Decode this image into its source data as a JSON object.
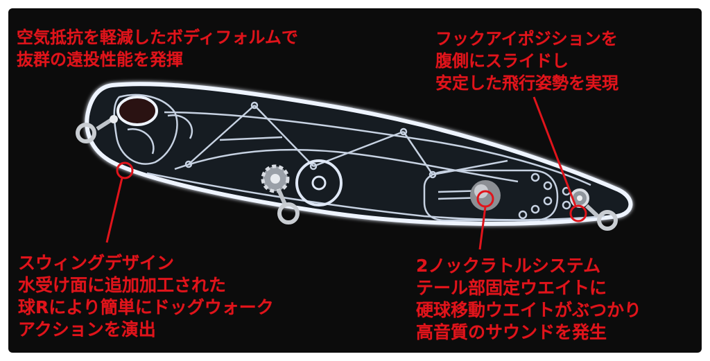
{
  "annotations": {
    "top_left": {
      "lines": [
        "空気抵抗を軽減したボディフォルムで",
        "抜群の遠投性能を発揮"
      ]
    },
    "top_right": {
      "lines": [
        "フックアイポジションを",
        "腹側にスライドし",
        "安定した飛行姿勢を実現"
      ]
    },
    "bottom_left": {
      "lines": [
        "スウィングデザイン",
        "水受け面に追加加工された",
        "球Rにより簡単にドッグウォーク",
        "アクションを演出"
      ]
    },
    "bottom_right": {
      "lines": [
        "2ノックラトルシステム",
        "テール部固定ウエイトに",
        "硬球移動ウエイトがぶつかり",
        "高音質のサウンドを発生"
      ]
    }
  },
  "colors": {
    "background": "#0c0c0c",
    "text": "#e0141b",
    "lure_outline": "#e8f0ff",
    "highlight_circle": "#e0141b"
  }
}
